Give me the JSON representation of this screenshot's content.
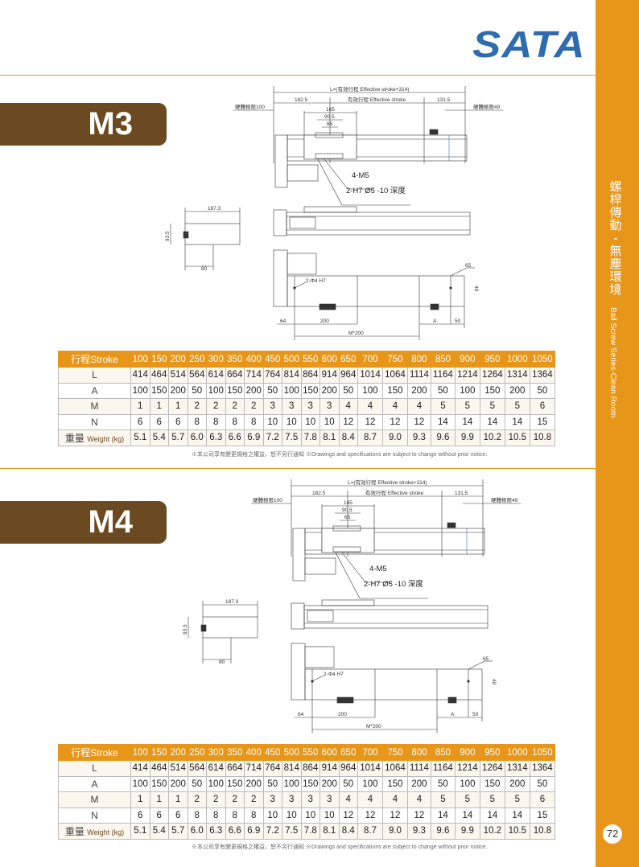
{
  "brand": {
    "logo": "SATA"
  },
  "sidebar": {
    "title_zh": "螺桿傳動 - 無塵環境",
    "title_en": "Ball Screw Series-Clean Room",
    "page_number": "72"
  },
  "drawing": {
    "L": "L=(有效行程 Effective stroke+314)",
    "d1825": "182.5",
    "eff": "有效行程 Effective stroke",
    "d1315": "131.5",
    "hw100": "硬體極限100",
    "hw49": "硬體極限49",
    "d165": "165",
    "d905": "90.5",
    "d65": "65",
    "m5": "4-M5",
    "h7": "2-H7 Ø5 -10 深度",
    "d1873": "187.3",
    "d935": "93.5",
    "d80": "80",
    "phi4": "2-Φ4 H7",
    "d65b": "65",
    "d40": "40",
    "d64": "64",
    "d200": "200",
    "dA": "A",
    "d50": "50",
    "m200": "M*200"
  },
  "sections": [
    {
      "model": "M3"
    },
    {
      "model": "M4"
    }
  ],
  "table": {
    "header_label": "行程Stroke",
    "strokes": [
      "100",
      "150",
      "200",
      "250",
      "300",
      "350",
      "400",
      "450",
      "500",
      "550",
      "600",
      "650",
      "700",
      "750",
      "800",
      "850",
      "900",
      "950",
      "1000",
      "1050"
    ],
    "rows": [
      {
        "label": "L",
        "values": [
          "414",
          "464",
          "514",
          "564",
          "614",
          "664",
          "714",
          "764",
          "814",
          "864",
          "914",
          "964",
          "1014",
          "1064",
          "1114",
          "1164",
          "1214",
          "1264",
          "1314",
          "1364"
        ]
      },
      {
        "label": "A",
        "values": [
          "100",
          "150",
          "200",
          "50",
          "100",
          "150",
          "200",
          "50",
          "100",
          "150",
          "200",
          "50",
          "100",
          "150",
          "200",
          "50",
          "100",
          "150",
          "200",
          "50"
        ]
      },
      {
        "label": "M",
        "values": [
          "1",
          "1",
          "1",
          "2",
          "2",
          "2",
          "2",
          "3",
          "3",
          "3",
          "3",
          "4",
          "4",
          "4",
          "4",
          "5",
          "5",
          "5",
          "5",
          "6"
        ]
      },
      {
        "label": "N",
        "values": [
          "6",
          "6",
          "6",
          "8",
          "8",
          "8",
          "8",
          "10",
          "10",
          "10",
          "10",
          "12",
          "12",
          "12",
          "12",
          "14",
          "14",
          "14",
          "14",
          "15"
        ]
      },
      {
        "label": "重量",
        "label_sub": "Weight (kg)",
        "values": [
          "5.1",
          "5.4",
          "5.7",
          "6.0",
          "6.3",
          "6.6",
          "6.9",
          "7.2",
          "7.5",
          "7.8",
          "8.1",
          "8.4",
          "8.7",
          "9.0",
          "9.3",
          "9.6",
          "9.9",
          "10.2",
          "10.5",
          "10.8"
        ]
      }
    ],
    "note": "※本公司享有變更規格之權益，恕不另行通知 ※Drawings and specifications are subject to change without prior notice."
  },
  "colors": {
    "accent": "#e8961a",
    "brown": "#6b4a22",
    "logo": "#2e6bb0"
  }
}
